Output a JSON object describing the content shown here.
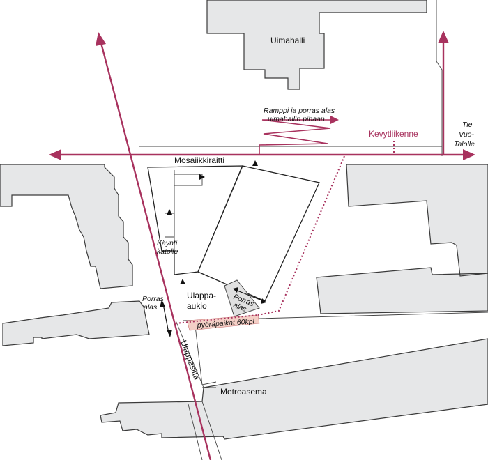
{
  "labels": {
    "uimahalli": "Uimahalli",
    "ramp_line1": "Ramppi ja porras alas",
    "ramp_line2": "uimahallin pihaan",
    "kevytliikenne": "Kevytliikenne",
    "tie_line1": "Tie",
    "tie_line2": "Vuo-",
    "tie_line3": "Talolle",
    "mosaiikkiraitti": "Mosaiikkiraitti",
    "kaynti_line1": "Käynti",
    "kaynti_line2": "katolle",
    "ulappa_line1": "Ulappa-",
    "ulappa_line2": "aukio",
    "porras_left_line1": "Porras",
    "porras_left_line2": "alas",
    "porras_mid_line1": "Porras",
    "porras_mid_line2": "alas",
    "pyorapaikat": "pyöräpaikat 60kpl",
    "ulappasilta": "Ulappasilta",
    "metroasema": "Metroasema"
  },
  "colors": {
    "route": "#a8325e",
    "building_fill": "#e6e7e8",
    "bike_area": "#f4cfc6"
  }
}
